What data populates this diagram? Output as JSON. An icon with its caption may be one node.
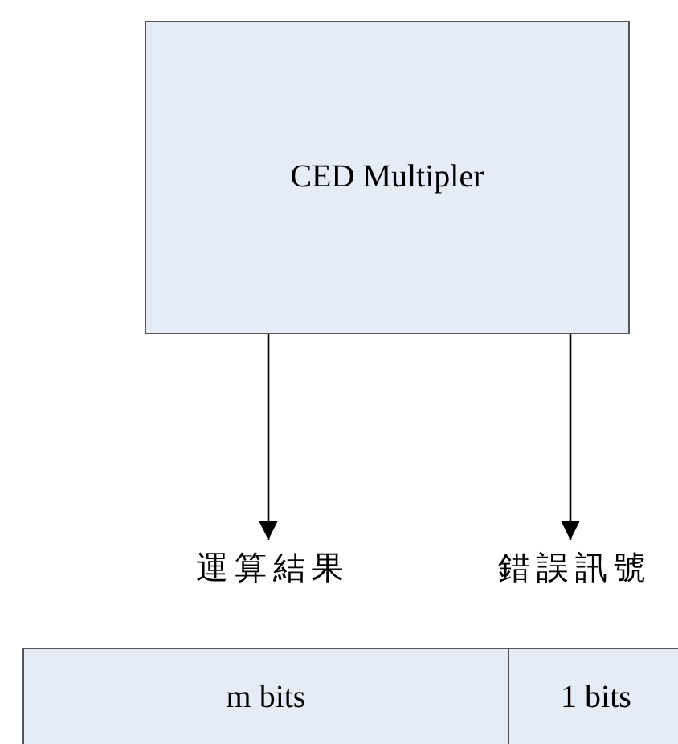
{
  "diagram": {
    "nodes": [
      {
        "text": [
          "CED Multipler"
        ]
      },
      {
        "text": [
          "運算結果"
        ]
      },
      {
        "text": [
          "錯誤訊號"
        ]
      },
      {
        "text": [
          "m bits"
        ]
      },
      {
        "text": [
          "1 bits"
        ]
      }
    ],
    "edges": [
      {
        "from": 0,
        "to": 1,
        "arrow": "to"
      },
      {
        "from": 0,
        "to": 2,
        "arrow": "to"
      }
    ]
  }
}
